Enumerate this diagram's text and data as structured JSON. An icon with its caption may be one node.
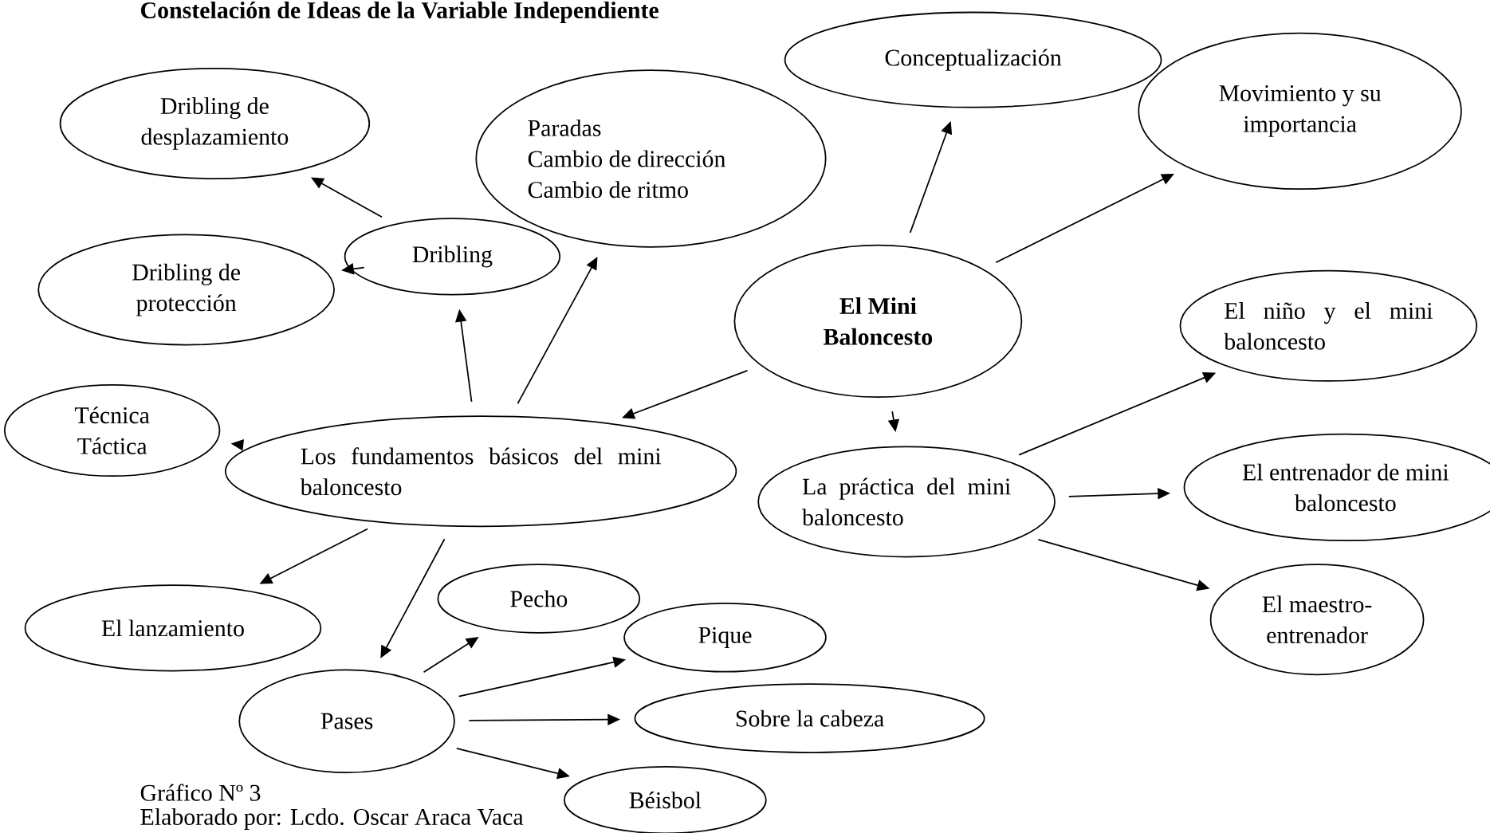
{
  "diagram": {
    "title": "Constelación de Ideas de la Variable Independiente",
    "nodes": [
      {
        "text": [
          "Dribling de desplazamiento"
        ]
      },
      {
        "text": [
          "Paradas",
          "Cambio de dirección",
          "Cambio de ritmo"
        ]
      },
      {
        "text": [
          "Conceptualización"
        ]
      },
      {
        "text": [
          "Movimiento y su importancia"
        ]
      },
      {
        "text": [
          "Dribling"
        ]
      },
      {
        "text": [
          "Dribling de protección"
        ]
      },
      {
        "text": [
          "El Mini Baloncesto"
        ]
      },
      {
        "text": [
          "El niño y el mini baloncesto"
        ]
      },
      {
        "text": [
          "Técnica",
          "Táctica"
        ]
      },
      {
        "text": [
          "Los fundamentos básicos del mini baloncesto"
        ]
      },
      {
        "text": [
          "La práctica del mini baloncesto"
        ]
      },
      {
        "text": [
          "El entrenador de mini baloncesto"
        ]
      },
      {
        "text": [
          "El lanzamiento"
        ]
      },
      {
        "text": [
          "Pecho"
        ]
      },
      {
        "text": [
          "El maestro-entrenador"
        ]
      },
      {
        "text": [
          "Pique"
        ]
      },
      {
        "text": [
          "Pases"
        ]
      },
      {
        "text": [
          "Sobre la cabeza"
        ]
      },
      {
        "text": [
          "Béisbol"
        ]
      }
    ],
    "edges": [
      {
        "from": 4,
        "to": 0,
        "arrow": "to"
      },
      {
        "from": 4,
        "to": 5,
        "arrow": "to"
      },
      {
        "from": 9,
        "to": 4,
        "arrow": "to"
      },
      {
        "from": 9,
        "to": 1,
        "arrow": "to"
      },
      {
        "from": 6,
        "to": 2,
        "arrow": "to"
      },
      {
        "from": 6,
        "to": 3,
        "arrow": "to"
      },
      {
        "from": 6,
        "to": 9,
        "arrow": "to"
      },
      {
        "from": 6,
        "to": 10,
        "arrow": "to"
      },
      {
        "from": 9,
        "to": 8,
        "arrow": "to"
      },
      {
        "from": 9,
        "to": 12,
        "arrow": "to"
      },
      {
        "from": 9,
        "to": 16,
        "arrow": "to"
      },
      {
        "from": 10,
        "to": 7,
        "arrow": "to"
      },
      {
        "from": 10,
        "to": 11,
        "arrow": "to"
      },
      {
        "from": 10,
        "to": 14,
        "arrow": "to"
      },
      {
        "from": 16,
        "to": 13,
        "arrow": "to"
      },
      {
        "from": 16,
        "to": 15,
        "arrow": "to"
      },
      {
        "from": 16,
        "to": 17,
        "arrow": "to"
      },
      {
        "from": 16,
        "to": 18,
        "arrow": "to"
      }
    ],
    "labels": [
      "Gráfico Nº 3",
      "Elaborado por: Lcdo. Oscar Araca Vaca"
    ]
  }
}
